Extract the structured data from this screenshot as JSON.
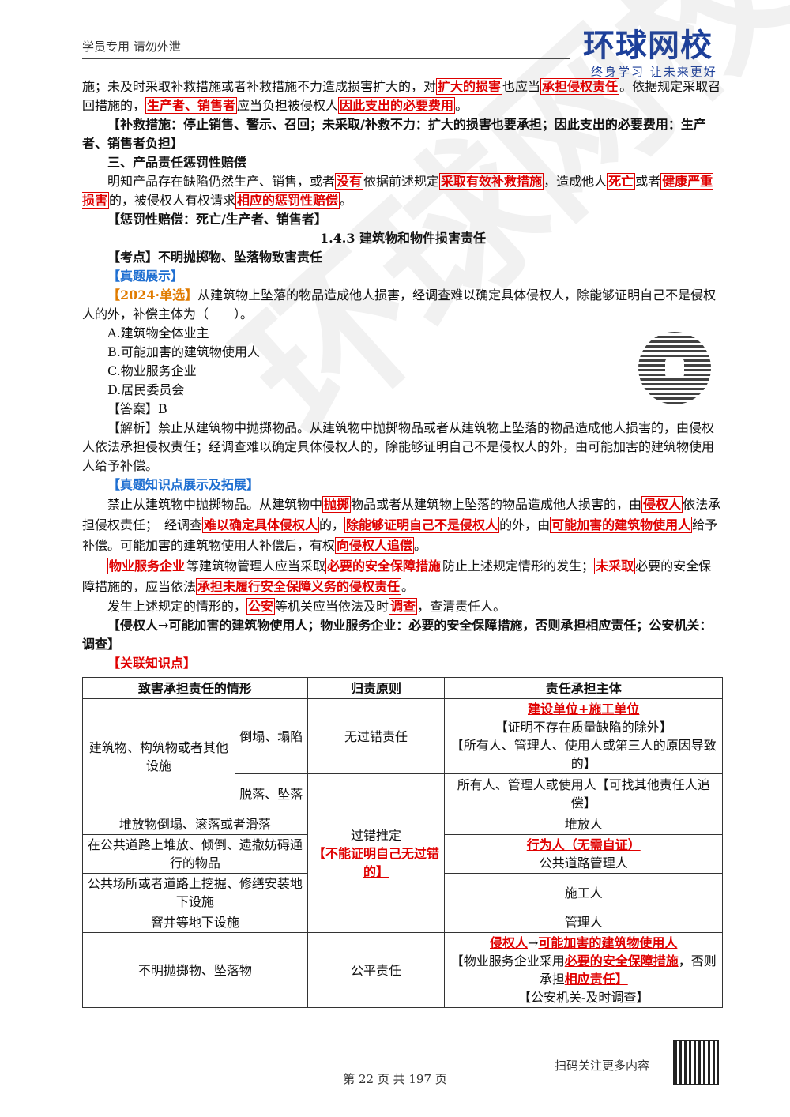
{
  "header": {
    "left": "学员专用 请勿外泄",
    "logo": "环球网校",
    "slogan": "终身学习 让未来更好"
  },
  "watermark": "环球网校",
  "p1": {
    "a": "施；未及时采取补救措施或者补救措施不力造成损害扩大的，对",
    "b1": "扩大的损害",
    "c": "也应当",
    "b2": "承担侵权责任",
    "d": "。依据规定采取召回措施的，",
    "b3": "生产者、销售者",
    "e": "应当负担被侵权人",
    "b4": "因此支出的必要费用",
    "f": "。"
  },
  "summary1": "【补救措施：停止销售、警示、召回；未采取/补救不力：扩大的损害也要承担；因此支出的必要费用：生产者、销售者负担】",
  "sec3_title": "三、产品责任惩罚性赔偿",
  "p2": {
    "a": "明知产品存在缺陷仍然生产、销售，或者",
    "b1": "没有",
    "c": "依据前述规定",
    "b2": "采取有效补救措施",
    "d": "，造成他人",
    "b3": "死亡",
    "e": "或者",
    "b4": "健康严重损害",
    "f": "的，被侵权人有权请求",
    "b5": "相应的惩罚性赔偿",
    "g": "。"
  },
  "summary2": "【惩罚性赔偿：死亡/生产者、销售者】",
  "sec_143": "1.4.3 建筑物和物件损害责任",
  "kaodian": "【考点】不明抛掷物、坠落物致害责任",
  "zhenti": "【真题展示】",
  "question": {
    "tag": "【2024·单选】",
    "text": "从建筑物上坠落的物品造成他人损害，经调查难以确定具体侵权人，除能够证明自己不是侵权人的外，补偿主体为（　　）。"
  },
  "options": [
    "A.建筑物全体业主",
    "B.可能加害的建筑物使用人",
    "C.物业服务企业",
    "D.居民委员会"
  ],
  "answer": "【答案】B",
  "analysis": "【解析】禁止从建筑物中抛掷物品。从建筑物中抛掷物品或者从建筑物上坠落的物品造成他人损害的，由侵权人依法承担侵权责任；经调查难以确定具体侵权人的，除能够证明自己不是侵权人的外，由可能加害的建筑物使用人给予补偿。",
  "zhenti2": "【真题知识点展示及拓展】",
  "p3": {
    "a": "禁止从建筑物中抛掷物品。从建筑物中",
    "b1": "抛掷",
    "c": "物品或者从建筑物上坠落的物品造成他人损害的，由",
    "b2": "侵权人",
    "d": "依法承担侵权责任；　经调查",
    "b3": "难以确定具体侵权人",
    "e": "的，",
    "b4": "除能够证明自己不是侵权人",
    "f": "的外，由",
    "b5": "可能加害的建筑物使用人",
    "g": "给予补偿。可能加害的建筑物使用人补偿后，有权",
    "b6": "向侵权人追偿",
    "h": "。"
  },
  "p4": {
    "b1": "物业服务企业",
    "a": "等建筑物管理人应当采取",
    "b2": "必要的安全保障措施",
    "c": "防止上述规定情形的发生；",
    "b3": "未采取",
    "d": "必要的安全保障措施的，应当依法",
    "b4": "承担未履行安全保障义务的侵权责任",
    "e": "。"
  },
  "p5": {
    "a": "发生上述规定的情形的，",
    "b1": "公安",
    "c": "等机关应当依法及时",
    "b2": "调查",
    "d": "，查清责任人。"
  },
  "summary3": "【侵权人→可能加害的建筑物使用人；物业服务企业：必要的安全保障措施，否则承担相应责任；公安机关：调查】",
  "guanlian": "【关联知识点】",
  "table": {
    "headers": [
      "致害承担责任的情形",
      "归责原则",
      "责任承担主体"
    ],
    "r1c1": "建筑物、构筑物或者其他设施",
    "r1c2": "倒塌、塌陷",
    "r1c3": "无过错责任",
    "r1c4a": "建设单位+施工单位",
    "r1c4b": "【证明不存在质量缺陷的除外】",
    "r1c4c": "【所有人、管理人、使用人或第三人的原因导致的】",
    "r2c2": "脱落、坠落",
    "r2c4": "所有人、管理人或使用人【可找其他责任人追偿】",
    "r3c1": "堆放物倒塌、滚落或者滑落",
    "r3c3a": "过错推定",
    "r3c3b": "【不能证明自己无过错的】",
    "r3c4": "堆放人",
    "r4c1": "在公共道路上堆放、倾倒、遗撒妨碍通行的物品",
    "r4c4a": "行为人（无需自证）",
    "r4c4b": "公共道路管理人",
    "r5c1": "公共场所或者道路上挖掘、修缮安装地下设施",
    "r5c4": "施工人",
    "r6c1": "窨井等地下设施",
    "r6c4": "管理人",
    "r7c1": "不明抛掷物、坠落物",
    "r7c3": "公平责任",
    "r7c4a1": "侵权人",
    "r7c4a2": "→",
    "r7c4a3": "可能加害的建筑物使用人",
    "r7c4b1": "【物业服务企业采用",
    "r7c4b2": "必要的安全保障措施",
    "r7c4b3": "，否则承担",
    "r7c4b4": "相应责任】",
    "r7c4c": "【公安机关-及时调查】"
  },
  "footer": {
    "page": "第 22 页 共 197 页",
    "qr_text": "扫码关注更多内容"
  }
}
